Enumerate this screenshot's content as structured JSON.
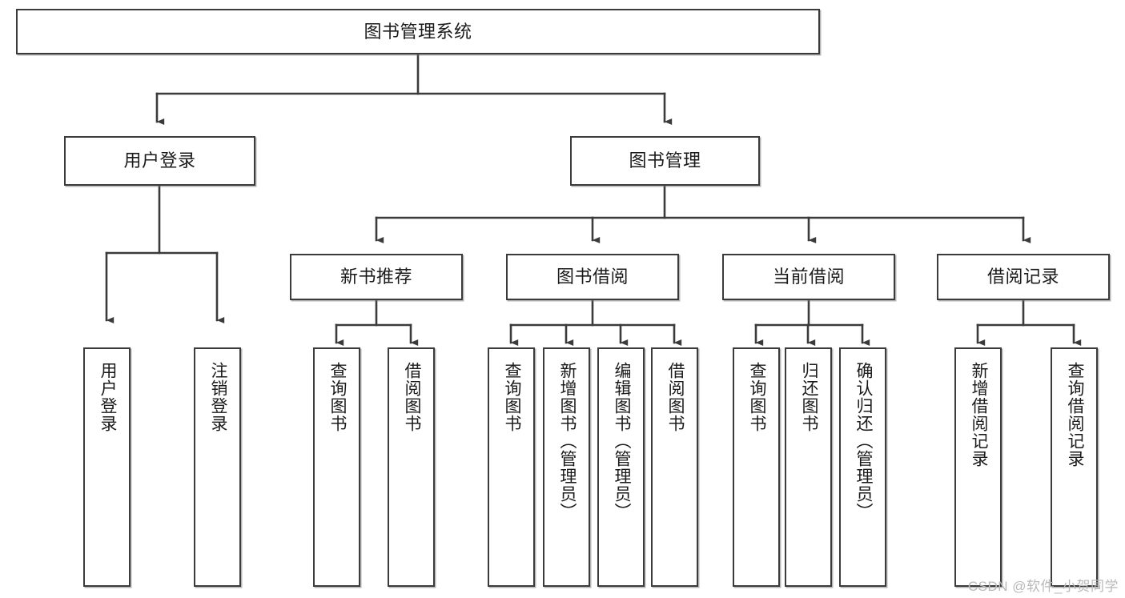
{
  "diagram": {
    "type": "hierarchy-tree",
    "title": "图书管理系统",
    "watermark": "CSDN @软件_小贺同学",
    "colors": {
      "box_border": "#3b3b3b",
      "box_fill": "#ffffff",
      "connector": "#3b3b3b",
      "text": "#1b1b1b",
      "watermark": "#b9b9b9"
    },
    "levels": {
      "root": {
        "label": "图书管理系统"
      },
      "level2": [
        {
          "label": "用户登录"
        },
        {
          "label": "图书管理"
        }
      ],
      "level3": [
        {
          "label": "新书推荐"
        },
        {
          "label": "图书借阅"
        },
        {
          "label": "当前借阅"
        },
        {
          "label": "借阅记录"
        }
      ],
      "leaves": {
        "user_login": [
          {
            "label": "用户登录"
          },
          {
            "label": "注销登录"
          }
        ],
        "new_book_recommend": [
          {
            "label": "查询图书"
          },
          {
            "label": "借阅图书"
          }
        ],
        "book_borrow": [
          {
            "label": "查询图书"
          },
          {
            "label": "新增图书（管理员）"
          },
          {
            "label": "编辑图书（管理员）"
          },
          {
            "label": "借阅图书"
          }
        ],
        "current_borrow": [
          {
            "label": "查询图书"
          },
          {
            "label": "归还图书"
          },
          {
            "label": "确认归还（管理员）"
          }
        ],
        "borrow_record": [
          {
            "label": "新增借阅记录"
          },
          {
            "label": "查询借阅记录"
          }
        ]
      }
    }
  }
}
